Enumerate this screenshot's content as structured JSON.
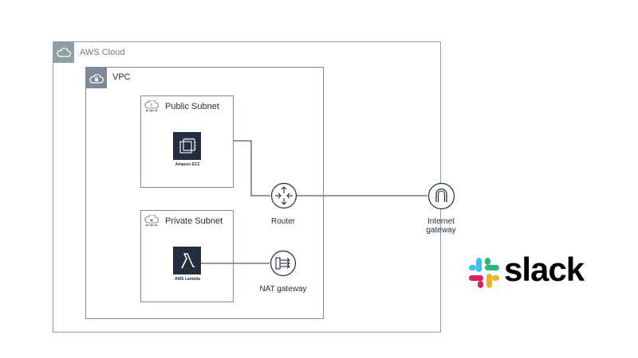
{
  "diagram": {
    "groups": {
      "cloud": "AWS Cloud",
      "vpc": "VPC",
      "public_subnet": "Public Subnet",
      "private_subnet": "Private Subnet"
    },
    "services": {
      "ec2": "Amazon EC2",
      "lambda": "AWS Lambda"
    },
    "nodes": {
      "router": "Router",
      "nat_gateway": "NAT gateway",
      "internet_gateway_line1": "Internet",
      "internet_gateway_line2": "gateway"
    },
    "edges": [
      {
        "from": "Amazon EC2",
        "to": "Router"
      },
      {
        "from": "Router",
        "to": "Internet gateway"
      },
      {
        "from": "AWS Lambda",
        "to": "NAT gateway"
      }
    ]
  },
  "branding": {
    "wordmark": "slack",
    "logo_colors": [
      "#36c5f0",
      "#2eb67d",
      "#ecb22e",
      "#e01e5a"
    ]
  },
  "colors": {
    "ink": "#232f3e",
    "cloud_border": "#8fa0a5",
    "group_border": "#7d8998"
  }
}
